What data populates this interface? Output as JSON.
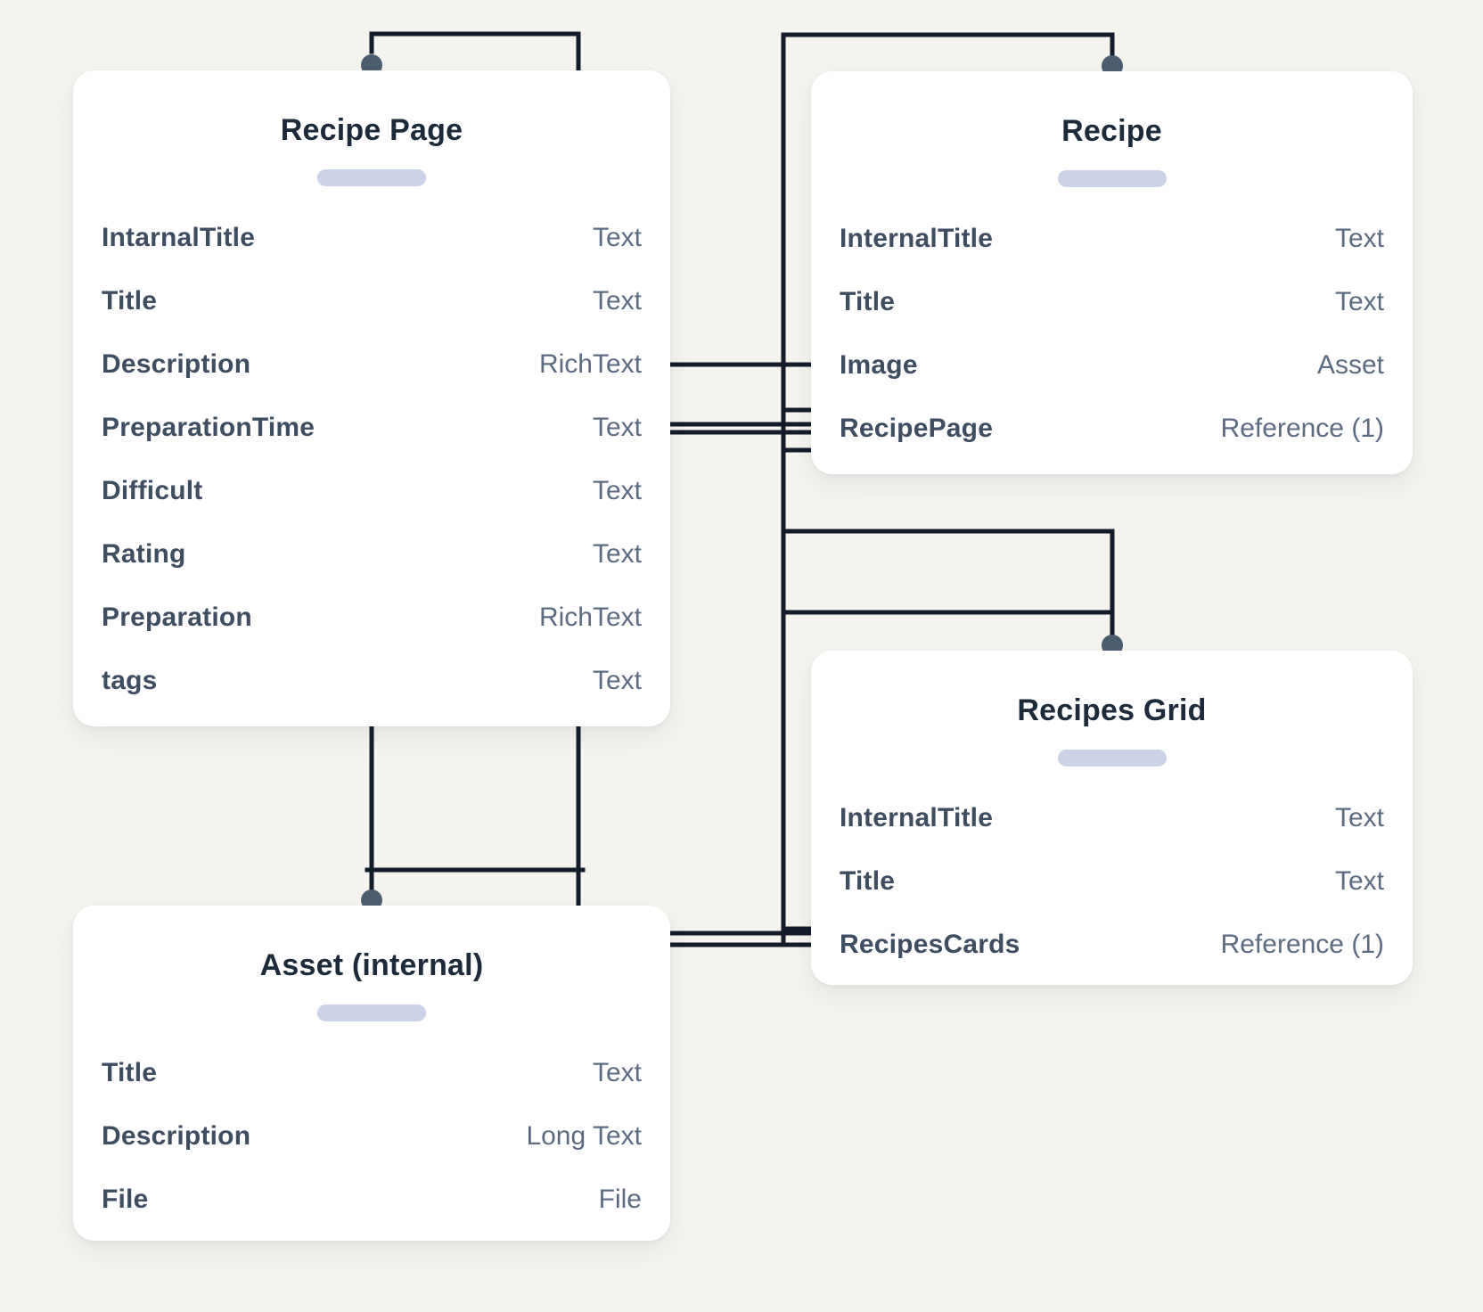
{
  "diagram_type": "content-model-entity-diagram",
  "colors": {
    "background": "#f5f3ee",
    "card_bg": "#ffffff",
    "line": "#141c2b",
    "dot": "#4d5d70",
    "pill": "#ccd3e8",
    "title_text": "#1c2a3a",
    "label_text": "#3f4d61",
    "value_text": "#5c6b80"
  },
  "cards": [
    {
      "title": "Recipe Page",
      "fields": [
        {
          "name": "IntarnalTitle",
          "type": "Text"
        },
        {
          "name": "Title",
          "type": "Text"
        },
        {
          "name": "Description",
          "type": "RichText"
        },
        {
          "name": "PreparationTime",
          "type": "Text"
        },
        {
          "name": "Difficult",
          "type": "Text"
        },
        {
          "name": "Rating",
          "type": "Text"
        },
        {
          "name": "Preparation",
          "type": "RichText"
        },
        {
          "name": "tags",
          "type": "Text"
        }
      ]
    },
    {
      "title": "Recipe",
      "fields": [
        {
          "name": "InternalTitle",
          "type": "Text"
        },
        {
          "name": "Title",
          "type": "Text"
        },
        {
          "name": "Image",
          "type": "Asset"
        },
        {
          "name": "RecipePage",
          "type": "Reference (1)"
        }
      ]
    },
    {
      "title": "Recipes Grid",
      "fields": [
        {
          "name": "InternalTitle",
          "type": "Text"
        },
        {
          "name": "Title",
          "type": "Text"
        },
        {
          "name": "RecipesCards",
          "type": "Reference (1)"
        }
      ]
    },
    {
      "title": "Asset (internal)",
      "fields": [
        {
          "name": "Title",
          "type": "Text"
        },
        {
          "name": "Description",
          "type": "Long Text"
        },
        {
          "name": "File",
          "type": "File"
        }
      ]
    }
  ]
}
